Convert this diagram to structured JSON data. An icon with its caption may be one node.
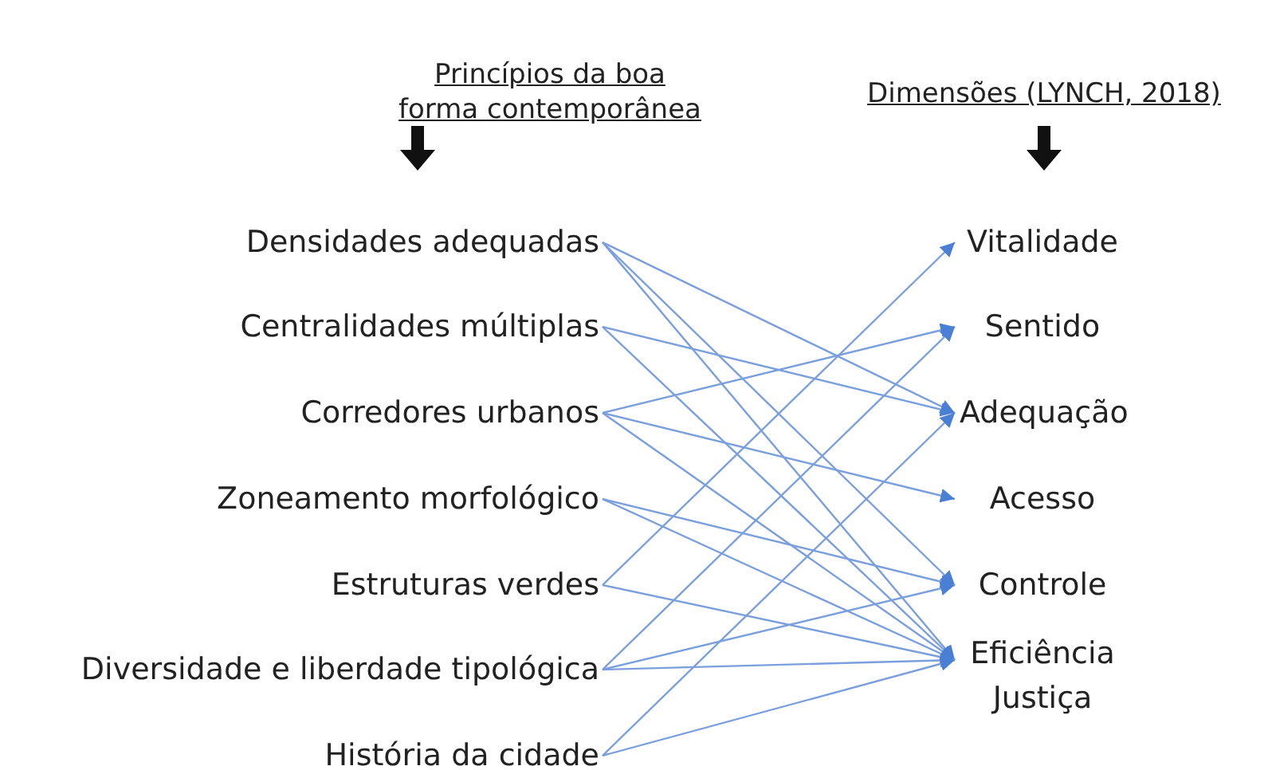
{
  "diagram": {
    "nodes": [
      {
        "text": [
          "Densidades adequadas"
        ]
      },
      {
        "text": [
          "Centralidades múltiplas"
        ]
      },
      {
        "text": [
          "Corredores urbanos"
        ]
      },
      {
        "text": [
          "Zoneamento morfológico"
        ]
      },
      {
        "text": [
          "Estruturas verdes"
        ]
      },
      {
        "text": [
          "Diversidade e liberdade tipológica"
        ]
      },
      {
        "text": [
          "História da cidade"
        ]
      },
      {
        "text": [
          "Vitalidade"
        ]
      },
      {
        "text": [
          "Sentido"
        ]
      },
      {
        "text": [
          "Adequação"
        ]
      },
      {
        "text": [
          "Acesso"
        ]
      },
      {
        "text": [
          "Controle"
        ]
      },
      {
        "text": [
          "Eficiência Justiça"
        ]
      }
    ],
    "edges": [
      {
        "from": 0,
        "to": 9,
        "arrow": "to"
      },
      {
        "from": 0,
        "to": 11,
        "arrow": "to"
      },
      {
        "from": 0,
        "to": 12,
        "arrow": "to"
      },
      {
        "from": 1,
        "to": 9,
        "arrow": "to"
      },
      {
        "from": 1,
        "to": 12,
        "arrow": "to"
      },
      {
        "from": 2,
        "to": 8,
        "arrow": "to"
      },
      {
        "from": 2,
        "to": 10,
        "arrow": "to"
      },
      {
        "from": 2,
        "to": 12,
        "arrow": "to"
      },
      {
        "from": 3,
        "to": 11,
        "arrow": "to"
      },
      {
        "from": 3,
        "to": 12,
        "arrow": "to"
      },
      {
        "from": 4,
        "to": 7,
        "arrow": "to"
      },
      {
        "from": 4,
        "to": 12,
        "arrow": "to"
      },
      {
        "from": 5,
        "to": 8,
        "arrow": "to"
      },
      {
        "from": 5,
        "to": 11,
        "arrow": "to"
      },
      {
        "from": 5,
        "to": 12,
        "arrow": "to"
      },
      {
        "from": 6,
        "to": 9,
        "arrow": "to"
      },
      {
        "from": 6,
        "to": 12,
        "arrow": "to"
      }
    ],
    "labels": [
      "Princípios da boa forma contemporânea",
      "Dimensões (LYNCH, 2018)"
    ]
  }
}
